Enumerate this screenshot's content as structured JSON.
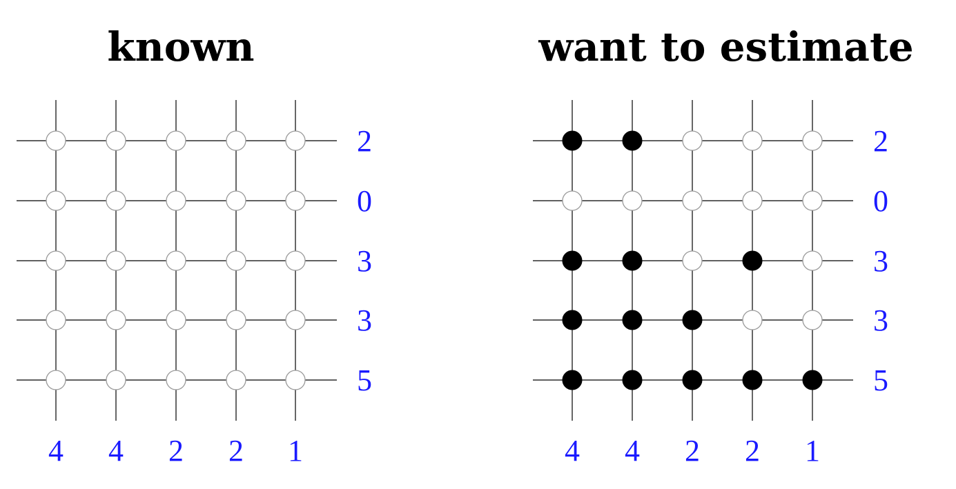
{
  "panels": [
    {
      "id": "known",
      "title": "known",
      "row_sums": [
        "2",
        "0",
        "3",
        "3",
        "5"
      ],
      "col_sums": [
        "4",
        "4",
        "2",
        "2",
        "1"
      ],
      "filled": [
        [
          0,
          0,
          0,
          0,
          0
        ],
        [
          0,
          0,
          0,
          0,
          0
        ],
        [
          0,
          0,
          0,
          0,
          0
        ],
        [
          0,
          0,
          0,
          0,
          0
        ],
        [
          0,
          0,
          0,
          0,
          0
        ]
      ]
    },
    {
      "id": "estimate",
      "title": "want to estimate",
      "row_sums": [
        "2",
        "0",
        "3",
        "3",
        "5"
      ],
      "col_sums": [
        "4",
        "4",
        "2",
        "2",
        "1"
      ],
      "filled": [
        [
          1,
          1,
          0,
          0,
          0
        ],
        [
          0,
          0,
          0,
          0,
          0
        ],
        [
          1,
          1,
          0,
          1,
          0
        ],
        [
          1,
          1,
          1,
          0,
          0
        ],
        [
          1,
          1,
          1,
          1,
          1
        ]
      ]
    }
  ],
  "colors": {
    "sum_label": "#1a1aff",
    "line": "#000000",
    "node_filled": "#000000",
    "node_empty_stroke": "#999999",
    "node_empty_fill": "#ffffff"
  }
}
